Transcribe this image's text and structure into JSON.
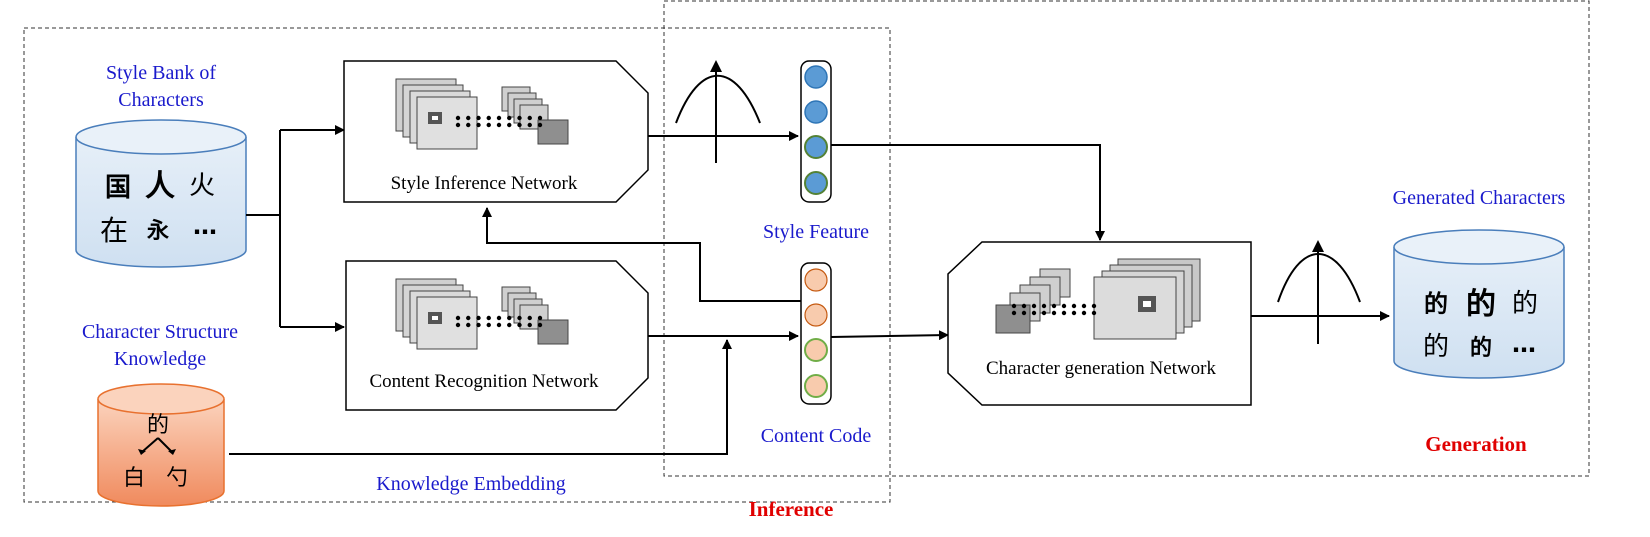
{
  "labels": {
    "style_bank": [
      "Style Bank of",
      "Characters"
    ],
    "structure_knowledge": [
      "Character Structure",
      "Knowledge"
    ],
    "style_inference_network": "Style  Inference Network",
    "content_recognition_network": "Content Recognition Network",
    "character_generation_network": "Character generation Network",
    "style_feature": "Style Feature",
    "content_code": "Content Code",
    "knowledge_embedding": "Knowledge Embedding",
    "generated_characters": "Generated Characters",
    "inference": "Inference",
    "generation": "Generation"
  },
  "style_bank_chars": [
    "国",
    "人",
    "火",
    "在",
    "永",
    "…"
  ],
  "structure_chars": {
    "whole": "的",
    "left": "白",
    "right": "勺"
  },
  "generated_chars": [
    "的",
    "的",
    "的",
    "的",
    "的",
    "…"
  ],
  "colors": {
    "label_blue": "#1a1acc",
    "label_red": "#e00000",
    "style_node": "#5b9bd5",
    "style_node_border": "#2e75b6",
    "content_node": "#f8cbad",
    "content_node_border": "#70ad47",
    "bank_fill": "#deebf7",
    "knowledge_fill": "#f4a582"
  }
}
